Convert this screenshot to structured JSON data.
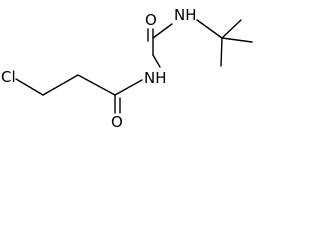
{
  "molecule": {
    "atoms": {
      "chlorine": "Cl",
      "carbonyl_oxygen_top": "O",
      "carbonyl_oxygen_bottom": "O",
      "imide_nh": "NH",
      "tert_butyl_nh": "NH"
    },
    "colors": {
      "bond": "#000000",
      "label": "#000000",
      "background": "#ffffff"
    }
  }
}
